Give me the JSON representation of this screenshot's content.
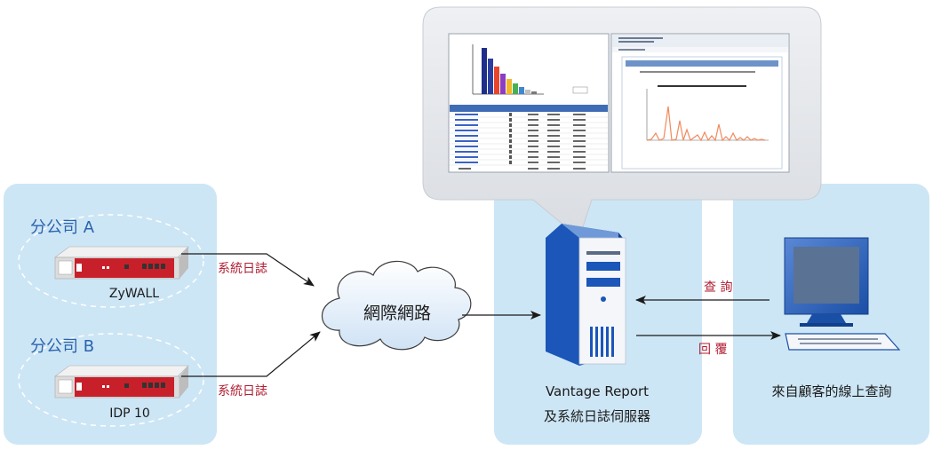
{
  "branches": [
    {
      "title": "分公司 A",
      "device_name": "ZyWALL",
      "log_label": "系統日誌"
    },
    {
      "title": "分公司 B",
      "device_name": "IDP 10",
      "log_label": "系統日誌"
    }
  ],
  "internet": {
    "label": "網際網路"
  },
  "server": {
    "name_line1": "Vantage Report",
    "name_line2": "及系統日誌伺服器"
  },
  "client": {
    "label": "來自顧客的線上查詢",
    "query_label": "查 詢",
    "reply_label": "回 覆"
  },
  "colors": {
    "panel_bg": "#cde6f5",
    "label_red": "#b01e32",
    "arrow": "#1a1a1a",
    "device_red": "#c8202a",
    "server_blue": "#1b56b8",
    "monitor_screen": "#5a7294",
    "bubble": "#e4e6ea"
  },
  "icons": [
    "network-cloud-icon",
    "server-icon",
    "computer-icon",
    "firewall-device-icon",
    "speech-bubble-icon"
  ]
}
